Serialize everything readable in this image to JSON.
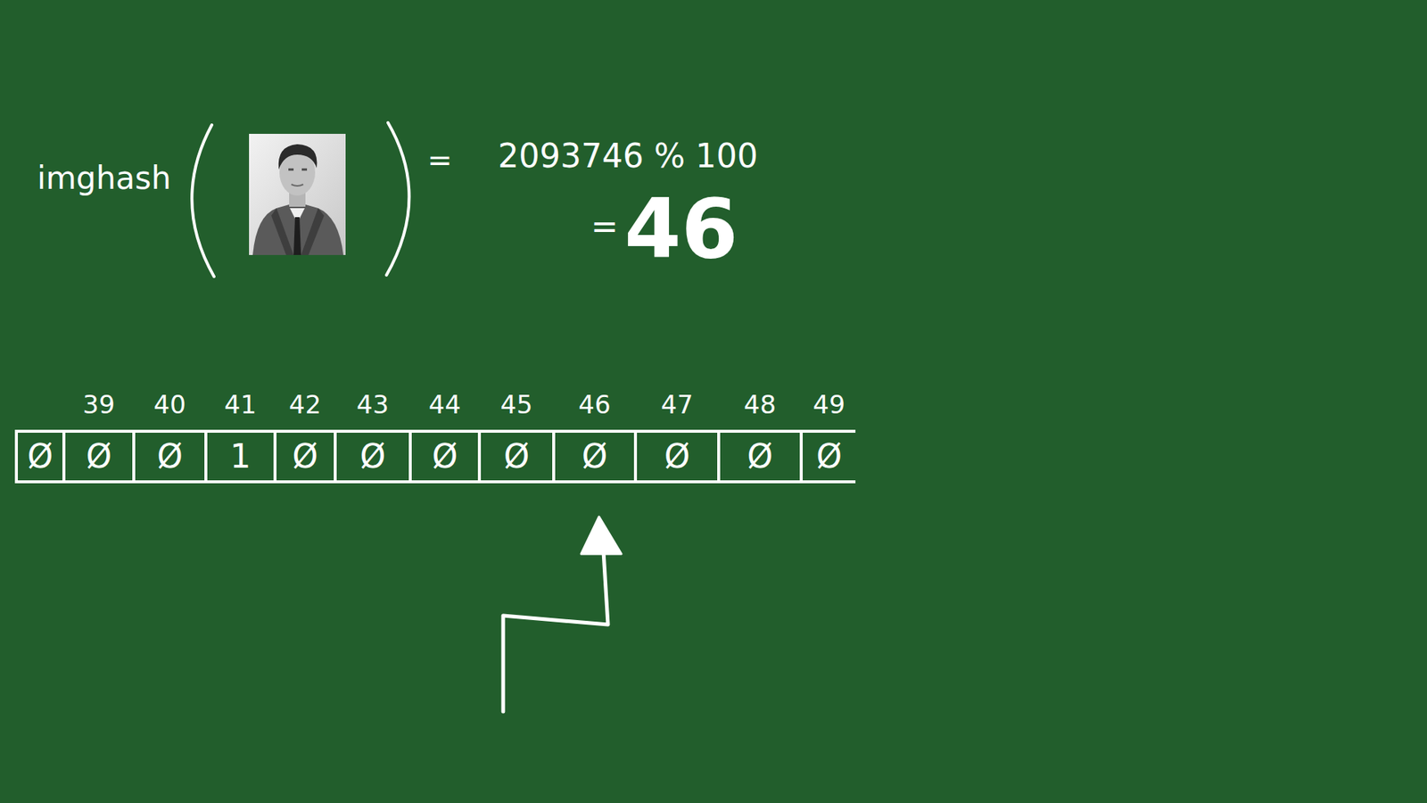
{
  "diagram": {
    "nodes": [
      {
        "text": [
          "Ø"
        ]
      },
      {
        "text": [
          "39",
          "Ø"
        ]
      },
      {
        "text": [
          "40",
          "Ø"
        ]
      },
      {
        "text": [
          "41",
          "1"
        ]
      },
      {
        "text": [
          "42",
          "Ø"
        ]
      },
      {
        "text": [
          "43",
          "Ø"
        ]
      },
      {
        "text": [
          "44",
          "Ø"
        ]
      },
      {
        "text": [
          "45",
          "Ø"
        ]
      },
      {
        "text": [
          "46",
          "Ø"
        ]
      },
      {
        "text": [
          "47",
          "Ø"
        ]
      },
      {
        "text": [
          "48",
          "Ø"
        ]
      },
      {
        "text": [
          "49",
          "Ø"
        ]
      }
    ],
    "labels": [
      "imghash",
      "=",
      "2093746 % 100",
      "=",
      "46"
    ]
  }
}
